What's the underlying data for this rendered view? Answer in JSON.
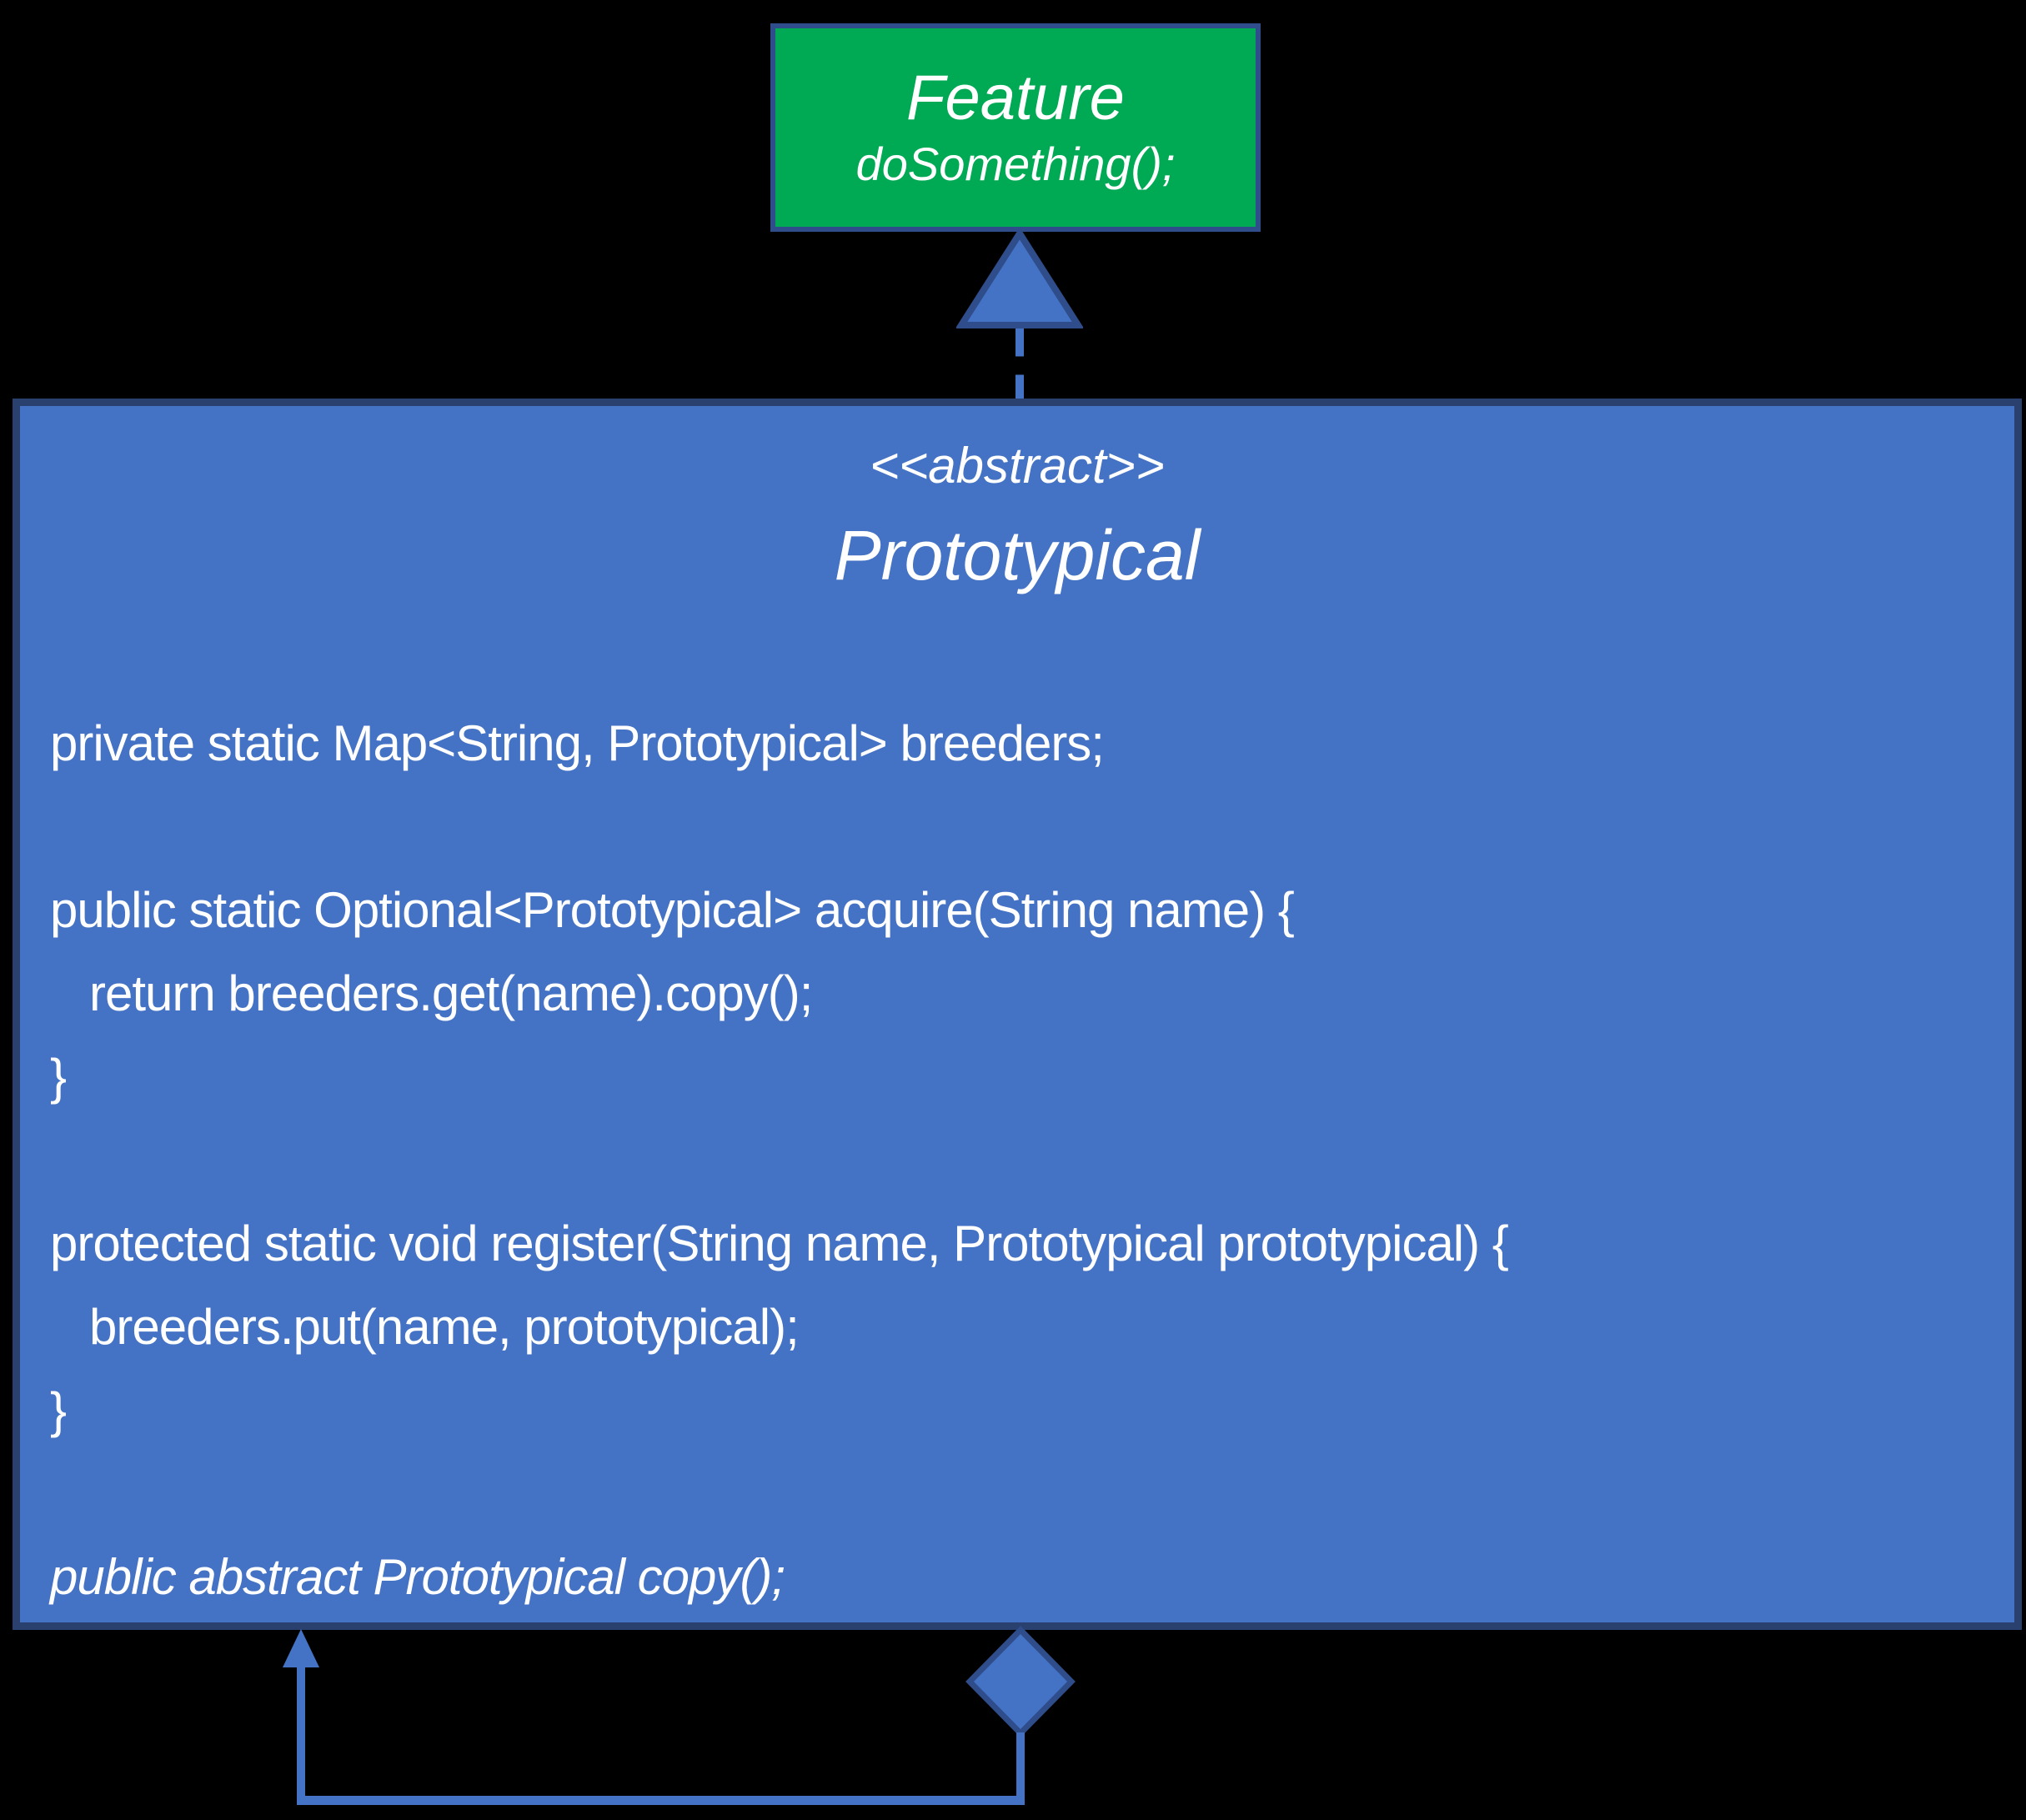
{
  "colors": {
    "background": "#000000",
    "feature_fill": "#00A953",
    "feature_border": "#2E4D8A",
    "class_fill": "#4472C4",
    "class_border": "#2A416F",
    "connector": "#4472C4",
    "connector_stroke": "#2E4D8A",
    "text": "#FFFFFF"
  },
  "feature_box": {
    "title": "Feature",
    "method": "doSomething();"
  },
  "prototypical_box": {
    "stereotype": "<<abstract>>",
    "name": "Prototypical",
    "code_lines": [
      "private static Map<String, Prototypical> breeders;",
      "",
      "public static Optional<Prototypical> acquire(String name) {",
      "   return breeders.get(name).copy();",
      "}",
      "",
      "protected static void register(String name, Prototypical prototypical) {",
      "   breeders.put(name, prototypical);",
      "}",
      "",
      "public abstract Prototypical copy();"
    ]
  }
}
